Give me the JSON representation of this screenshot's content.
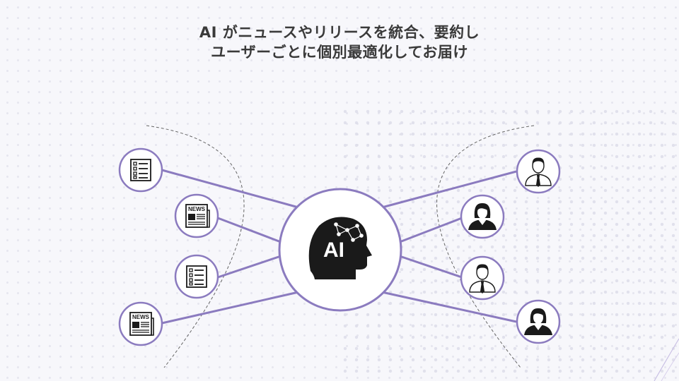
{
  "title": {
    "line1": "AI がニュースやリリースを統合、要約し",
    "line2": "ユーザーごとに個別最適化してお届け"
  },
  "center": {
    "label": "AI",
    "icon": "ai-head-icon"
  },
  "sources": [
    {
      "icon": "document-list-icon"
    },
    {
      "icon": "newspaper-icon",
      "text": "NEWS"
    },
    {
      "icon": "document-list-icon"
    },
    {
      "icon": "newspaper-icon",
      "text": "NEWS"
    }
  ],
  "users": [
    {
      "icon": "man-user-icon"
    },
    {
      "icon": "woman-user-icon"
    },
    {
      "icon": "man-user-icon"
    },
    {
      "icon": "woman-user-icon"
    }
  ],
  "colors": {
    "accent": "#8b7bbf",
    "icon": "#1a1a1a",
    "title": "#3a3a3a"
  }
}
